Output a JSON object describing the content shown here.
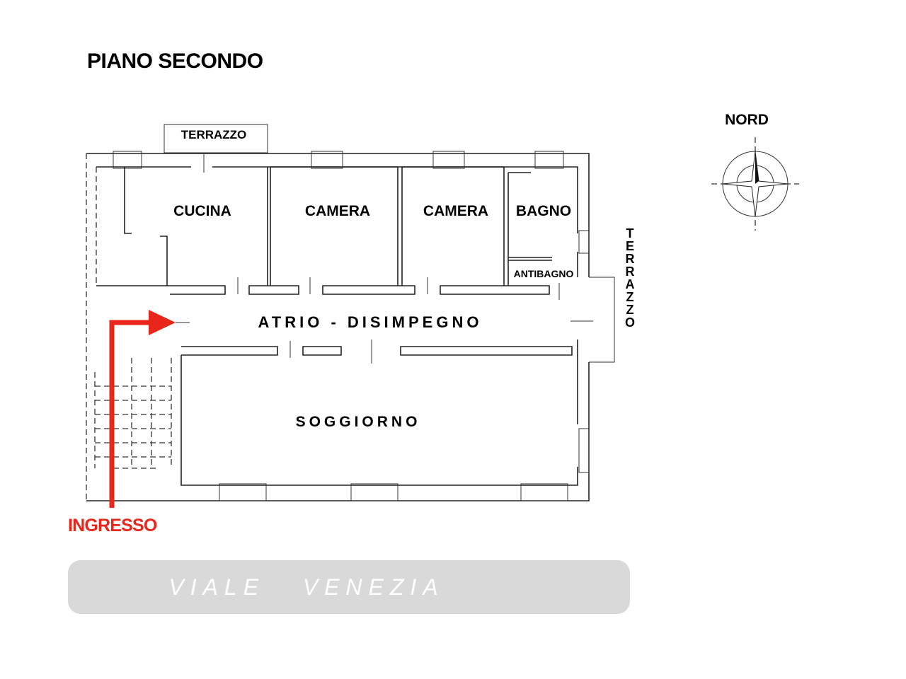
{
  "title": "PIANO SECONDO",
  "compass_label": "NORD",
  "rooms": {
    "terrazzo_top": "TERRAZZO",
    "cucina": "CUCINA",
    "camera_1": "CAMERA",
    "camera_2": "CAMERA",
    "bagno": "BAGNO",
    "antibagno": "ANTIBAGNO",
    "atrio": "ATRIO - DISIMPEGNO",
    "soggiorno": "SOGGIORNO",
    "terrazzo_right": "TERRAZZO"
  },
  "entrance_label": "INGRESSO",
  "street_label": "VIALE   VENEZIA",
  "colors": {
    "entrance": "#e8261a",
    "street_bar": "#d9d9d9"
  }
}
